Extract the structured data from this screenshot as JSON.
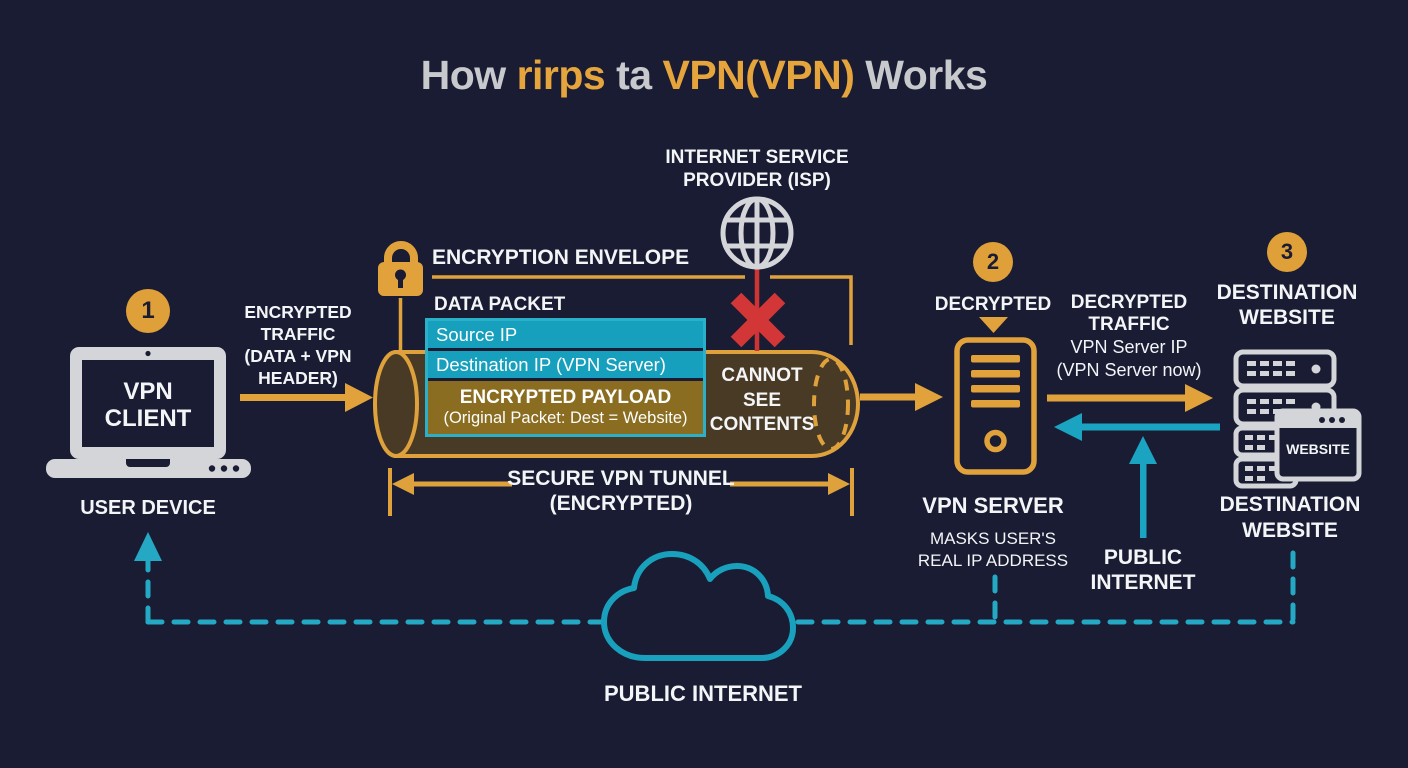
{
  "colors": {
    "background": "#191c33",
    "accent_orange": "#e2a23b",
    "accent_teal": "#1ba4c1",
    "alert_red": "#cf3434",
    "payload_olive": "#8a6d20",
    "icon_gray": "#d4d5d9",
    "text_white": "#f4f5f7",
    "title_gray": "#c8c9cd",
    "tunnel_fill": "#493a25"
  },
  "title": {
    "parts": [
      {
        "text": "How "
      },
      {
        "text": "rirps"
      },
      {
        "text": " ta "
      },
      {
        "text": "VPN(VPN)"
      },
      {
        "text": " Works"
      }
    ]
  },
  "user_device": {
    "step_badge": "1",
    "screen_lines": [
      "VPN",
      "CLIENT"
    ],
    "caption": "USER DEVICE"
  },
  "encrypted_traffic": {
    "lines": [
      "ENCRYPTED",
      "TRAFFIC",
      "(DATA + VPN",
      "HEADER)"
    ]
  },
  "envelope": {
    "label": "ENCRYPTION ENVELOPE",
    "packet_label": "DATA PACKET",
    "rows": [
      "Source IP",
      "Destination IP (VPN Server)"
    ],
    "payload": {
      "line1": "ENCRYPTED PAYLOAD",
      "line2": "(Original Packet: Dest = Website)"
    }
  },
  "isp": {
    "lines": [
      "INTERNET SERVICE",
      "PROVIDER (ISP)"
    ],
    "blocked_lines": [
      "CANNOT",
      "SEE",
      "CONTENTS"
    ]
  },
  "tunnel": {
    "label_lines": [
      "SECURE VPN TUNNEL",
      "(ENCRYPTED)"
    ]
  },
  "vpn_server": {
    "step_badge": "2",
    "status": "DECRYPTED",
    "name": "VPN SERVER",
    "note_lines": [
      "MASKS USER'S",
      "REAL IP ADDRESS"
    ]
  },
  "decrypted_traffic": {
    "lines": [
      "DECRYPTED",
      "TRAFFIC",
      "VPN Server IP",
      "(VPN Server now)"
    ]
  },
  "destination": {
    "step_badge": "3",
    "heading_lines": [
      "DESTINATION",
      "WEBSITE"
    ],
    "window_label": "WEBSITE",
    "caption_lines": [
      "DESTINATION",
      "WEBSITE"
    ]
  },
  "public_internet": {
    "right_lines": [
      "PUBLIC",
      "INTERNET"
    ],
    "bottom_label": "PUBLIC INTERNET"
  }
}
